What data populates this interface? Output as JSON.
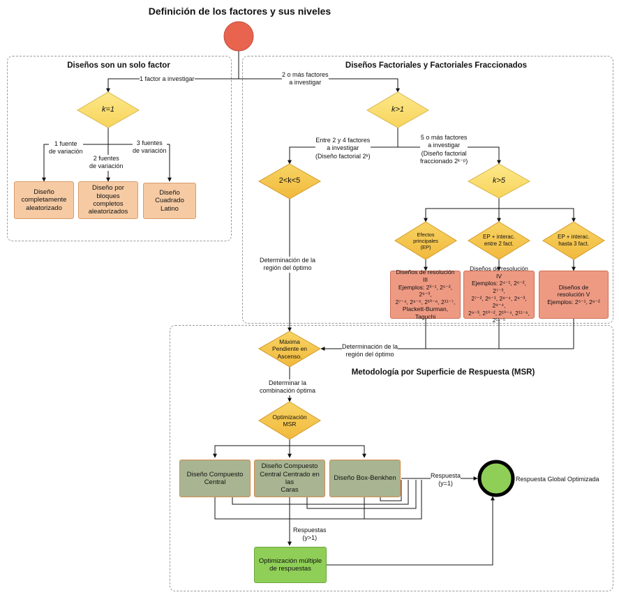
{
  "title": "Definición de los factores y sus niveles",
  "groups": {
    "single": "Diseños son un solo factor",
    "factorial": "Diseños Factoriales y Factoriales Fraccionados",
    "msr": "Metodología por Superficie de Respuesta (MSR)"
  },
  "edges": {
    "one_factor": "1 factor a investigar",
    "two_or_more_1": "2 o más factores",
    "two_or_more_2": "a investigar",
    "src1_1": "1 fuente",
    "src1_2": "de variación",
    "src2_1": "2 fuentes",
    "src2_2": "de variación",
    "src3_1": "3 fuentes",
    "src3_2": "de variación",
    "k2to4_1": "Entre 2 y 4 factores",
    "k2to4_2": "a investigar",
    "k2to4_3": "(Diseño factorial 2ᵏ)",
    "k5_1": "5 o más factores",
    "k5_2": "a investigar",
    "k5_3": "(Diseño factorial",
    "k5_4": "fraccionado 2ᵏ⁻ᵖ)",
    "region_1": "Determinación de la",
    "region_2": "región del óptimo",
    "region_b1": "Determinación de la",
    "region_b2": "región del óptimo",
    "combo_1": "Determinar la",
    "combo_2": "combinación óptima",
    "resp1_1": "Respuesta",
    "resp1_2": "(y=1)",
    "respN_1": "Respuestas",
    "respN_2": "(y>1)"
  },
  "nodes": {
    "k_eq_1": "k=1",
    "k_gt_1": "k>1",
    "k_range": "2<k<5",
    "k_gt_5": "k>5",
    "ep": [
      "Efectos",
      "principales",
      "(EP)"
    ],
    "ep_int2": [
      "EP + interac.",
      "entre 2 fact."
    ],
    "ep_int3": [
      "EP + interac.",
      "hasta 3 fact."
    ],
    "max_slope": [
      "Máxima",
      "Pendiente en",
      "Ascenso."
    ],
    "opt_msr": [
      "Optimización",
      "MSR"
    ],
    "global_opt": "Respuesta Global Optimizada"
  },
  "boxes": {
    "completely_random": [
      "Diseño",
      "completamente",
      "aleatorizado"
    ],
    "blocks": [
      "Diseño por bloques",
      "completos",
      "aleatorizados"
    ],
    "latin": [
      "Diseño Cuadrado",
      "Latino"
    ],
    "res3": [
      "Diseños de resolución III",
      "Ejemplos: 2³⁻¹, 2⁵⁻², 2⁶⁻³,",
      "2⁷⁻⁴, 2⁹⁻⁵, 2¹⁰⁻⁶, 2¹¹⁻⁷,",
      "Plackett-Burman,",
      "Taguchi"
    ],
    "res4": [
      "Diseños de resolución IV",
      "Ejemplos: 2⁴⁻¹, 2⁶⁻², 2⁷⁻³,",
      "2⁷⁻², 2⁶⁻¹, 2⁸⁻⁴, 2⁸⁻³, 2⁹⁻⁴,",
      "2⁹⁻³, 2¹⁰⁻², 2¹⁰⁻⁴, 2¹¹⁻⁶,",
      "2¹¹⁻⁵"
    ],
    "res5": [
      "Diseños de",
      "resolución V",
      "Ejemplos: 2⁵⁻¹, 2⁸⁻²"
    ],
    "ccd": [
      "Diseño Compuesto",
      "Central"
    ],
    "ccf": [
      "Diseño Compuesto",
      "Central Centrado en las",
      "Caras"
    ],
    "bbd": [
      "Diseño Box-Benkhen"
    ],
    "multi_opt": [
      "Optimización múltiple",
      "de respuestas"
    ]
  },
  "colors": {
    "start": "#e8644f",
    "diamond": "#fde27a",
    "diamond_dark": "#f4c34a",
    "orange_box": "#f6cba4",
    "salmon_box": "#ee9a83",
    "gray_green_box": "#a9b592",
    "green_box": "#8fcf57",
    "end_node": "#8fcf57"
  }
}
